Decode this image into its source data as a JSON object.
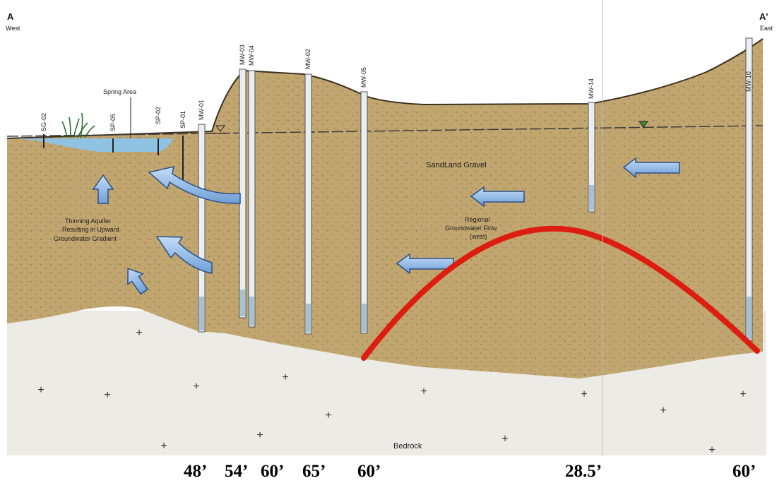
{
  "corner_left": {
    "letter": "A",
    "direction": "West"
  },
  "corner_right": {
    "letter": "A'",
    "direction": "East"
  },
  "labels": {
    "spring_area": "Spring Area",
    "sand_gravel": "SandLand Gravel",
    "regional_flow_1": "Regional",
    "regional_flow_2": "Groundwater Flow",
    "regional_flow_3": "(west)",
    "thinning_1": "Thinning Aquifer",
    "thinning_2": "Resulting in Upward",
    "thinning_3": "Groundwater Gradient",
    "bedrock": "Bedrock"
  },
  "surface_points": [
    "SG-02",
    "SP-05",
    "SP-02",
    "SP-01"
  ],
  "wells": [
    "MW-01",
    "MW-03",
    "MW-04",
    "MW-02",
    "MW-05",
    "MW-14",
    "MW-10"
  ],
  "depth_labels": [
    "48’",
    "54’",
    "60’",
    "65’",
    "60’",
    "28.5’",
    "60’"
  ],
  "colors": {
    "aquifer": "#c2a670",
    "bedrock": "#ecebe6",
    "water": "#8ec3e4",
    "flow_arrow": "#8fb7e6",
    "red_curve": "#dd1d10"
  }
}
